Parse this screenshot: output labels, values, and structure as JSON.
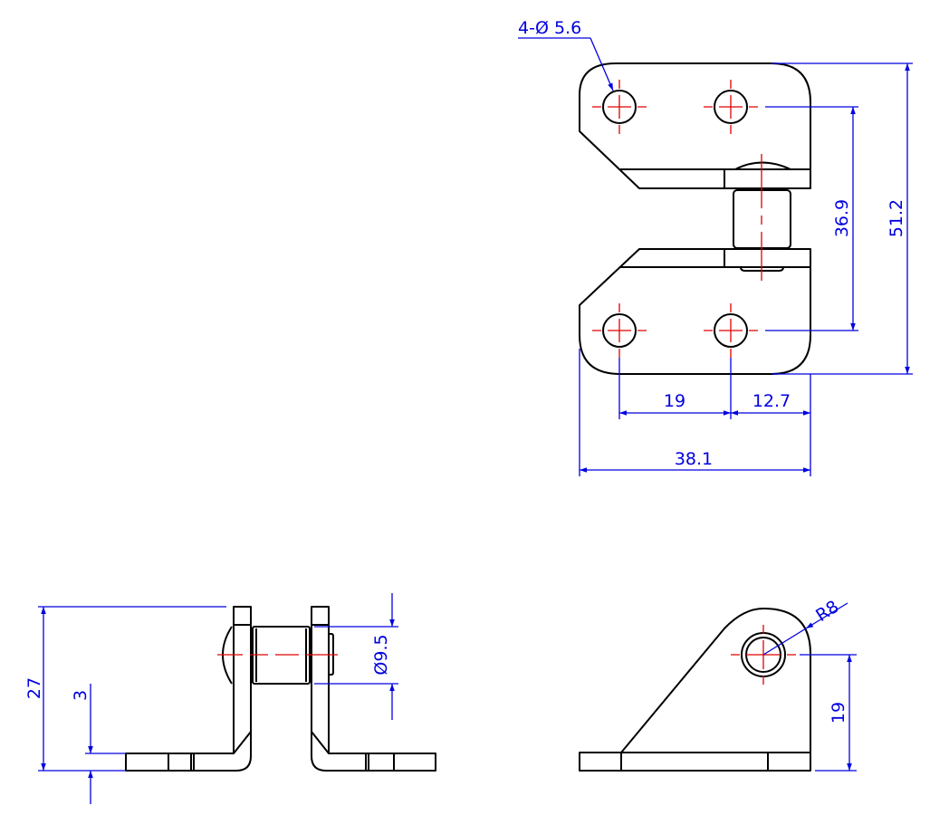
{
  "drawing": {
    "subject": "hinge",
    "colors": {
      "outline": "#000000",
      "centerline": "#e00000",
      "dimension": "#0000e0"
    },
    "top_view": {
      "hole_callout": "4-Ø 5.6",
      "dim_hole_vertical_spacing": "36.9",
      "dim_overall_height": "51.2",
      "dim_hole_horizontal_spacing": "19",
      "dim_hole_to_edge": "12.7",
      "dim_overall_width": "38.1"
    },
    "front_view": {
      "dim_height": "27",
      "dim_thickness": "3",
      "dim_pin_diameter": "Ø9.5"
    },
    "side_view": {
      "dim_radius": "R8",
      "dim_pin_height": "19"
    }
  }
}
